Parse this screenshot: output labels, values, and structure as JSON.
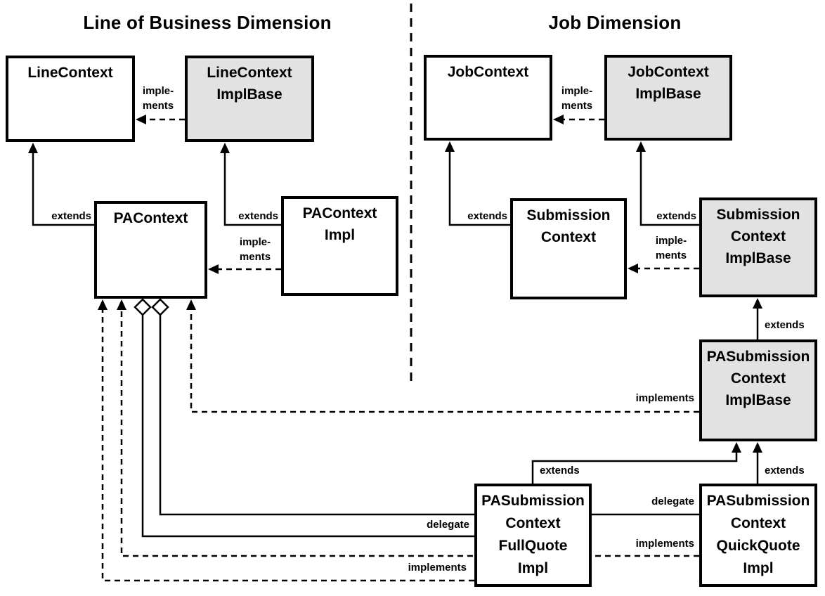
{
  "diagram": {
    "titles": {
      "left": "Line of Business Dimension",
      "right": "Job Dimension"
    },
    "colors": {
      "interface_fill": "#ffffff",
      "implbase_fill": "#e2e2e2",
      "line": "#000000"
    },
    "nodes": {
      "line_context": "LineContext",
      "line_context_impl_base": "LineContext\nImplBase",
      "pa_context": "PAContext",
      "pa_context_impl": "PAContext\nImpl",
      "job_context": "JobContext",
      "job_context_impl_base": "JobContext\nImplBase",
      "submission_context": "Submission\nContext",
      "submission_context_impl_base": "Submission\nContext\nImplBase",
      "pa_submission_context_impl_base": "PASubmission\nContext\nImplBase",
      "pa_submission_context_full_quote_impl": "PASubmission\nContext\nFullQuote\nImpl",
      "pa_submission_context_quick_quote_impl": "PASubmission\nContext\nQuickQuote\nImpl"
    },
    "edges": {
      "pa_context_extends_line_context": "extends",
      "pa_context_impl_extends_line_context_impl_base": "extends",
      "line_context_impl_base_implements_line_context": "imple-\nments",
      "pa_context_impl_implements_pa_context": "imple-\nments",
      "submission_context_extends_job_context": "extends",
      "submission_context_impl_base_extends_job_context_impl_base": "extends",
      "job_context_impl_base_implements_job_context": "imple-\nments",
      "submission_context_impl_base_implements_submission_context": "imple-\nments",
      "pa_submission_context_impl_base_extends_submission_context_impl_base": "extends",
      "pa_submission_context_impl_base_implements_pa_context": "implements",
      "full_quote_extends_pa_submission_context_impl_base": "extends",
      "quick_quote_extends_pa_submission_context_impl_base": "extends",
      "full_quote_delegate_pa_context": "delegate",
      "quick_quote_delegate_pa_context": "delegate",
      "full_quote_implements_pa_context": "implements",
      "quick_quote_implements_pa_context": "implements"
    }
  }
}
